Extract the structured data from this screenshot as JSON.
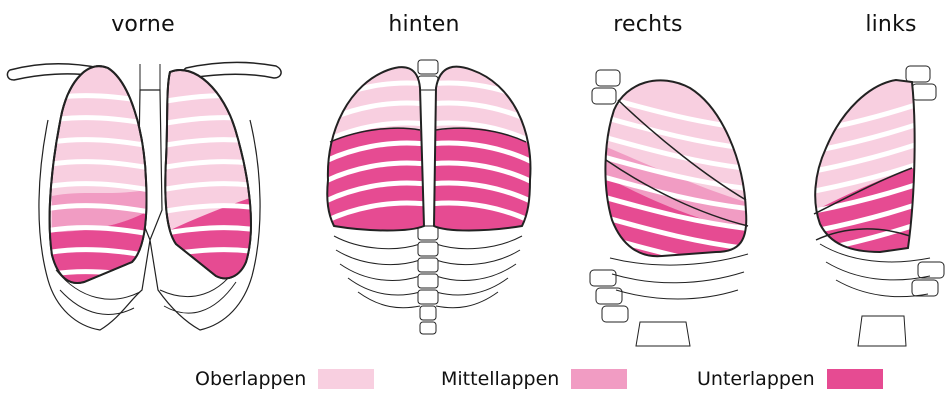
{
  "views": [
    {
      "id": "vorne",
      "label": "vorne"
    },
    {
      "id": "hinten",
      "label": "hinten"
    },
    {
      "id": "rechts",
      "label": "rechts"
    },
    {
      "id": "links",
      "label": "links"
    }
  ],
  "legend": [
    {
      "label": "Oberlappen",
      "color": "#f8cfe0"
    },
    {
      "label": "Mittellappen",
      "color": "#f19cc3"
    },
    {
      "label": "Unterlappen",
      "color": "#e64b92"
    }
  ],
  "colors": {
    "outline": "#222222",
    "bone": "#ffffff"
  }
}
